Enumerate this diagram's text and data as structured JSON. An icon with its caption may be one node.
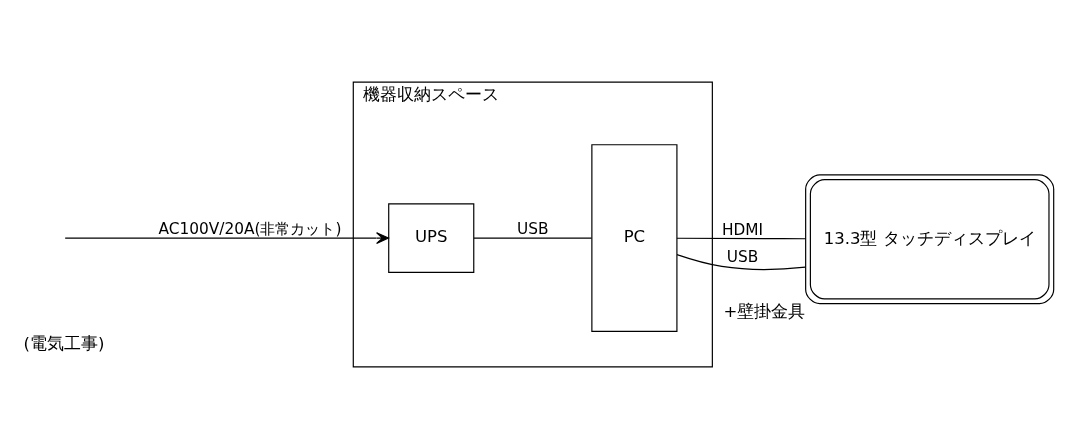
{
  "diagram": {
    "nodes": [
      {
        "text": [
          "機器収納スペース"
        ]
      },
      {
        "text": [
          "UPS"
        ],
        "in": 0
      },
      {
        "text": [
          "PC"
        ],
        "in": 0
      },
      {
        "text": [
          "13.3型 タッチディスプレイ"
        ],
        "beside": [
          "+壁掛金具"
        ]
      }
    ],
    "edges": [
      {
        "from": null,
        "to": 1,
        "arrow": "to",
        "label": "AC100V/20A(非常カット)"
      },
      {
        "from": 1,
        "to": 2,
        "arrow": "none",
        "label": "USB"
      },
      {
        "from": 2,
        "to": 3,
        "arrow": "none",
        "label": "HDMI"
      },
      {
        "from": 2,
        "to": 3,
        "arrow": "none",
        "label": "USB"
      }
    ],
    "labels": [
      "(電気工事)"
    ]
  }
}
